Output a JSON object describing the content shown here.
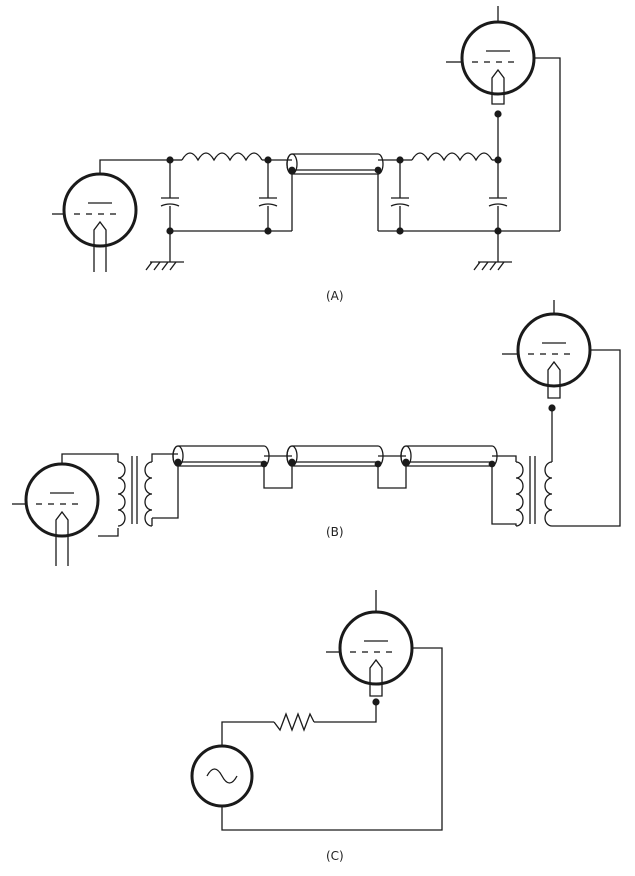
{
  "diagram": {
    "labels": {
      "a": "(A)",
      "b": "(B)",
      "c": "(C)"
    }
  }
}
